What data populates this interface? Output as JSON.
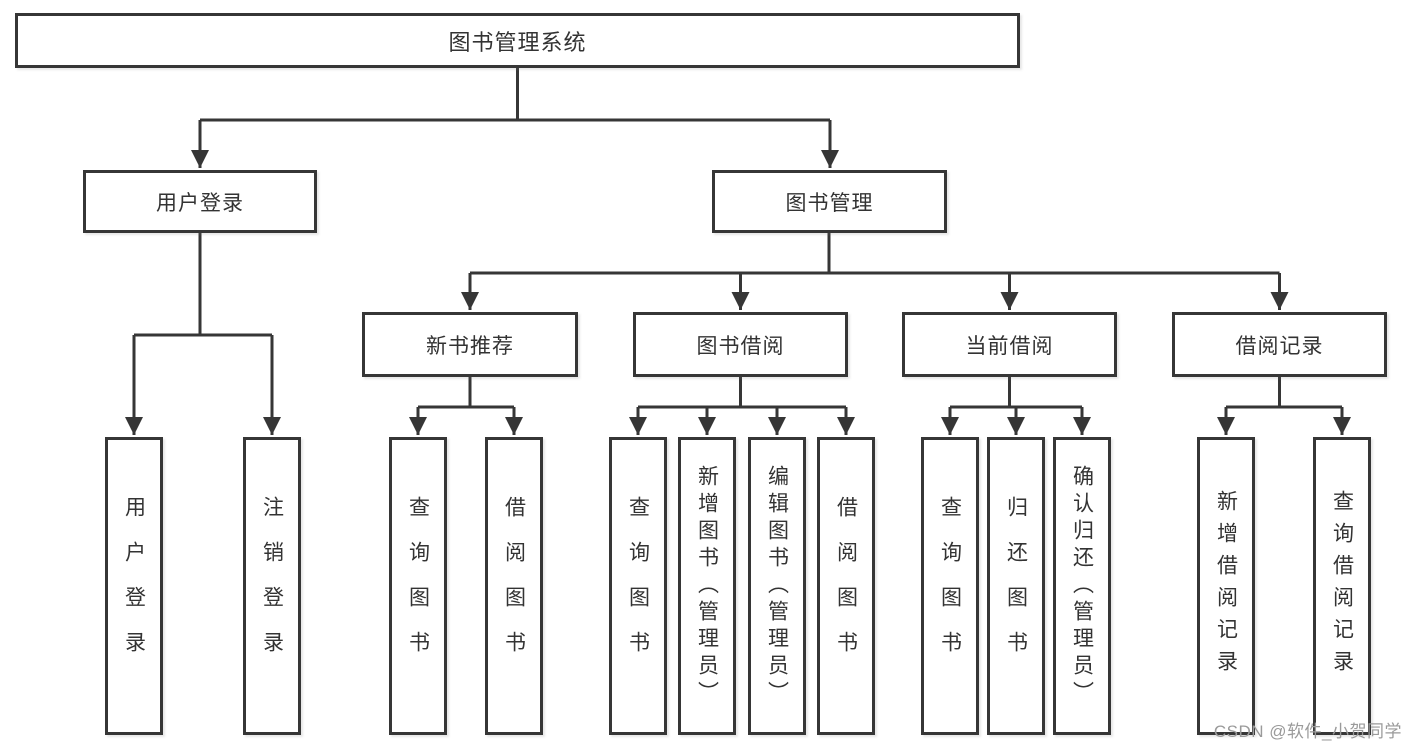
{
  "diagram": {
    "root": {
      "label": "图书管理系统"
    },
    "branches": [
      {
        "label": "用户登录",
        "children": [
          {
            "label": "用户登录"
          },
          {
            "label": "注销登录"
          }
        ]
      },
      {
        "label": "图书管理",
        "children": [
          {
            "label": "新书推荐",
            "children": [
              {
                "label": "查询图书"
              },
              {
                "label": "借阅图书"
              }
            ]
          },
          {
            "label": "图书借阅",
            "children": [
              {
                "label": "查询图书"
              },
              {
                "label": "新增图书（管理员）"
              },
              {
                "label": "编辑图书（管理员）"
              },
              {
                "label": "借阅图书"
              }
            ]
          },
          {
            "label": "当前借阅",
            "children": [
              {
                "label": "查询图书"
              },
              {
                "label": "归还图书"
              },
              {
                "label": "确认归还（管理员）"
              }
            ]
          },
          {
            "label": "借阅记录",
            "children": [
              {
                "label": "新增借阅记录"
              },
              {
                "label": "查询借阅记录"
              }
            ]
          }
        ]
      }
    ]
  },
  "watermark": {
    "text": "CSDN @软件_小贺同学"
  },
  "colors": {
    "line": "#363636",
    "box_border": "#363636",
    "text": "#333333",
    "background": "#ffffff",
    "watermark": "#9a9a9a"
  }
}
